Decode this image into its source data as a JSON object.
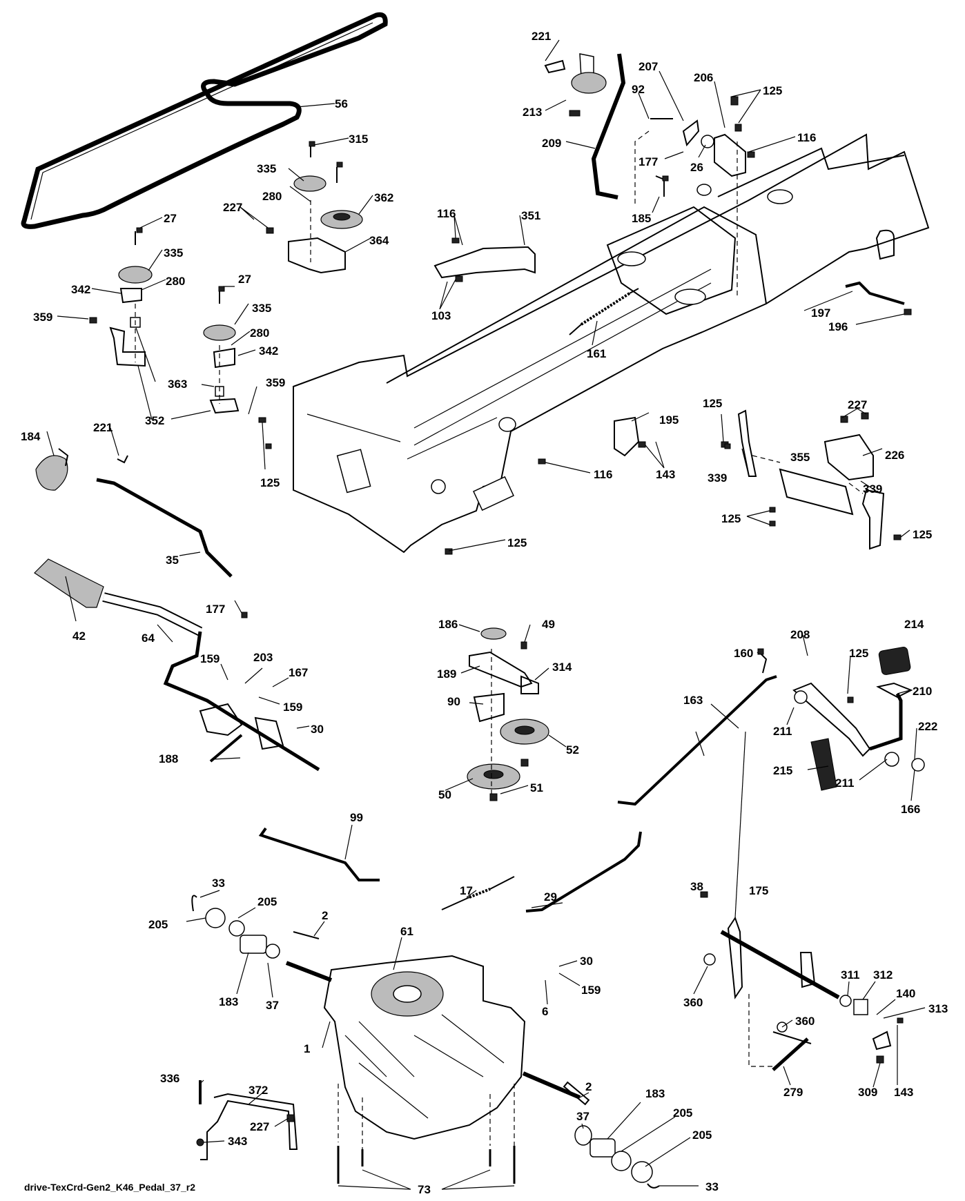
{
  "caption": "drive-TexCrd-Gen2_K46_Pedal_37_r2",
  "labels": [
    {
      "id": "l221a",
      "text": "221"
    },
    {
      "id": "l213",
      "text": "213"
    },
    {
      "id": "l207",
      "text": "207"
    },
    {
      "id": "l92",
      "text": "92"
    },
    {
      "id": "l206",
      "text": "206"
    },
    {
      "id": "l125a",
      "text": "125"
    },
    {
      "id": "l116a",
      "text": "116"
    },
    {
      "id": "l209",
      "text": "209"
    },
    {
      "id": "l177a",
      "text": "177"
    },
    {
      "id": "l26",
      "text": "26"
    },
    {
      "id": "l185",
      "text": "185"
    },
    {
      "id": "l56",
      "text": "56"
    },
    {
      "id": "l315",
      "text": "315"
    },
    {
      "id": "l335a",
      "text": "335"
    },
    {
      "id": "l280a",
      "text": "280"
    },
    {
      "id": "l362",
      "text": "362"
    },
    {
      "id": "l227a",
      "text": "227"
    },
    {
      "id": "l364",
      "text": "364"
    },
    {
      "id": "l27a",
      "text": "27"
    },
    {
      "id": "l335b",
      "text": "335"
    },
    {
      "id": "l342a",
      "text": "342"
    },
    {
      "id": "l280b",
      "text": "280"
    },
    {
      "id": "l359a",
      "text": "359"
    },
    {
      "id": "l27b",
      "text": "27"
    },
    {
      "id": "l335c",
      "text": "335"
    },
    {
      "id": "l280c",
      "text": "280"
    },
    {
      "id": "l342b",
      "text": "342"
    },
    {
      "id": "l363",
      "text": "363"
    },
    {
      "id": "l359b",
      "text": "359"
    },
    {
      "id": "l352",
      "text": "352"
    },
    {
      "id": "l116b",
      "text": "116"
    },
    {
      "id": "l351",
      "text": "351"
    },
    {
      "id": "l103",
      "text": "103"
    },
    {
      "id": "l161",
      "text": "161"
    },
    {
      "id": "l197",
      "text": "197"
    },
    {
      "id": "l196",
      "text": "196"
    },
    {
      "id": "l184",
      "text": "184"
    },
    {
      "id": "l221b",
      "text": "221"
    },
    {
      "id": "l125b",
      "text": "125"
    },
    {
      "id": "l35",
      "text": "35"
    },
    {
      "id": "l195",
      "text": "195"
    },
    {
      "id": "l116c",
      "text": "116"
    },
    {
      "id": "l143a",
      "text": "143"
    },
    {
      "id": "l125c",
      "text": "125"
    },
    {
      "id": "l227b",
      "text": "227"
    },
    {
      "id": "l355",
      "text": "355"
    },
    {
      "id": "l226",
      "text": "226"
    },
    {
      "id": "l339a",
      "text": "339"
    },
    {
      "id": "l339b",
      "text": "339"
    },
    {
      "id": "l125d",
      "text": "125"
    },
    {
      "id": "l125e",
      "text": "125"
    },
    {
      "id": "l125f",
      "text": "125"
    },
    {
      "id": "l42",
      "text": "42"
    },
    {
      "id": "l177b",
      "text": "177"
    },
    {
      "id": "l64",
      "text": "64"
    },
    {
      "id": "l159a",
      "text": "159"
    },
    {
      "id": "l203",
      "text": "203"
    },
    {
      "id": "l167",
      "text": "167"
    },
    {
      "id": "l159b",
      "text": "159"
    },
    {
      "id": "l30a",
      "text": "30"
    },
    {
      "id": "l188",
      "text": "188"
    },
    {
      "id": "l186",
      "text": "186"
    },
    {
      "id": "l49",
      "text": "49"
    },
    {
      "id": "l189",
      "text": "189"
    },
    {
      "id": "l314",
      "text": "314"
    },
    {
      "id": "l90",
      "text": "90"
    },
    {
      "id": "l52",
      "text": "52"
    },
    {
      "id": "l50",
      "text": "50"
    },
    {
      "id": "l51",
      "text": "51"
    },
    {
      "id": "l160",
      "text": "160"
    },
    {
      "id": "l208",
      "text": "208"
    },
    {
      "id": "l125g",
      "text": "125"
    },
    {
      "id": "l214",
      "text": "214"
    },
    {
      "id": "l163",
      "text": "163"
    },
    {
      "id": "l210",
      "text": "210"
    },
    {
      "id": "l211a",
      "text": "211"
    },
    {
      "id": "l222",
      "text": "222"
    },
    {
      "id": "l215",
      "text": "215"
    },
    {
      "id": "l211b",
      "text": "211"
    },
    {
      "id": "l166",
      "text": "166"
    },
    {
      "id": "l99",
      "text": "99"
    },
    {
      "id": "l33a",
      "text": "33"
    },
    {
      "id": "l205a",
      "text": "205"
    },
    {
      "id": "l205b",
      "text": "205"
    },
    {
      "id": "l2a",
      "text": "2"
    },
    {
      "id": "l17",
      "text": "17"
    },
    {
      "id": "l29",
      "text": "29"
    },
    {
      "id": "l61",
      "text": "61"
    },
    {
      "id": "l183a",
      "text": "183"
    },
    {
      "id": "l37a",
      "text": "37"
    },
    {
      "id": "l30b",
      "text": "30"
    },
    {
      "id": "l159c",
      "text": "159"
    },
    {
      "id": "l6",
      "text": "6"
    },
    {
      "id": "l38",
      "text": "38"
    },
    {
      "id": "l175",
      "text": "175"
    },
    {
      "id": "l360a",
      "text": "360"
    },
    {
      "id": "l311",
      "text": "311"
    },
    {
      "id": "l312",
      "text": "312"
    },
    {
      "id": "l140",
      "text": "140"
    },
    {
      "id": "l313",
      "text": "313"
    },
    {
      "id": "l360b",
      "text": "360"
    },
    {
      "id": "l1",
      "text": "1"
    },
    {
      "id": "l336",
      "text": "336"
    },
    {
      "id": "l372",
      "text": "372"
    },
    {
      "id": "l2b",
      "text": "2"
    },
    {
      "id": "l37b",
      "text": "37"
    },
    {
      "id": "l183b",
      "text": "183"
    },
    {
      "id": "l205c",
      "text": "205"
    },
    {
      "id": "l205d",
      "text": "205"
    },
    {
      "id": "l227c",
      "text": "227"
    },
    {
      "id": "l343",
      "text": "343"
    },
    {
      "id": "l279",
      "text": "279"
    },
    {
      "id": "l309",
      "text": "309"
    },
    {
      "id": "l143b",
      "text": "143"
    },
    {
      "id": "l73",
      "text": "73"
    },
    {
      "id": "l33b",
      "text": "33"
    }
  ]
}
